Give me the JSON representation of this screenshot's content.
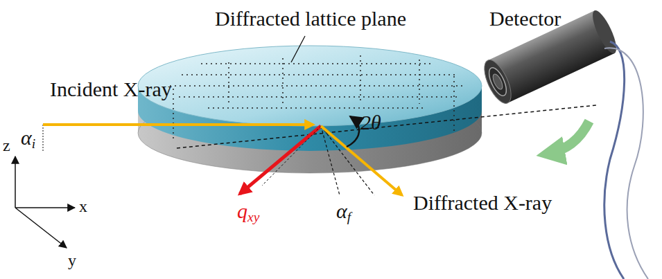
{
  "diagram": {
    "labels": [
      "Diffracted lattice plane",
      "Detector",
      "Incident X-ray",
      "z",
      "x",
      "y",
      "αi",
      "2θ",
      "qxy",
      "αf",
      "Diffracted X-ray"
    ]
  }
}
